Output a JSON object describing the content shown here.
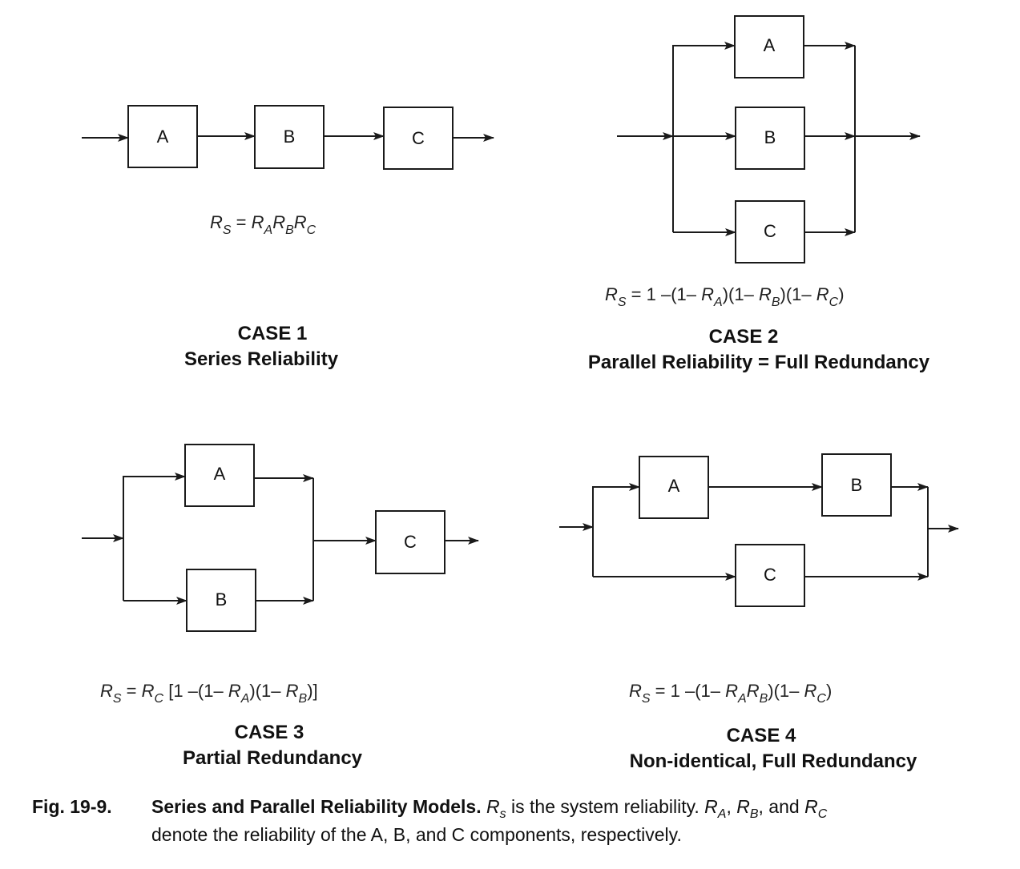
{
  "case1": {
    "blocks": [
      "A",
      "B",
      "C"
    ],
    "title": "CASE 1",
    "subtitle": "Series Reliability",
    "equation": {
      "lhs": "R",
      "lhs_sub": "S",
      "rhs": "= R_A R_B R_C"
    }
  },
  "case2": {
    "blocks": [
      "A",
      "B",
      "C"
    ],
    "title": "CASE 2",
    "subtitle": "Parallel Reliability = Full Redundancy",
    "equation": {
      "text": "R_S = 1 –(1– R_A)(1– R_B)(1– R_C)"
    }
  },
  "case3": {
    "blocks": [
      "A",
      "B",
      "C"
    ],
    "title": "CASE 3",
    "subtitle": "Partial Redundancy",
    "equation": {
      "text": "R_S = R_C [1 –(1– R_A)(1– R_B)]"
    }
  },
  "case4": {
    "blocks": [
      "A",
      "B",
      "C"
    ],
    "title": "CASE 4",
    "subtitle": "Non-identical, Full Redundancy",
    "equation": {
      "text": "R_S = 1 –(1– R_A R_B)(1– R_C)"
    }
  },
  "caption": {
    "label": "Fig. 19-9.",
    "bold_text": "Series and Parallel Reliability Models.",
    "line1_rest": " is the system reliability.",
    "line1_var_rs": "R",
    "line1_var_rs_sub": "s",
    "line1_vars": [
      "R_A",
      "R_B",
      "and",
      "R_C"
    ],
    "line2": "denote the reliability of the A, B, and C components, respectively."
  }
}
